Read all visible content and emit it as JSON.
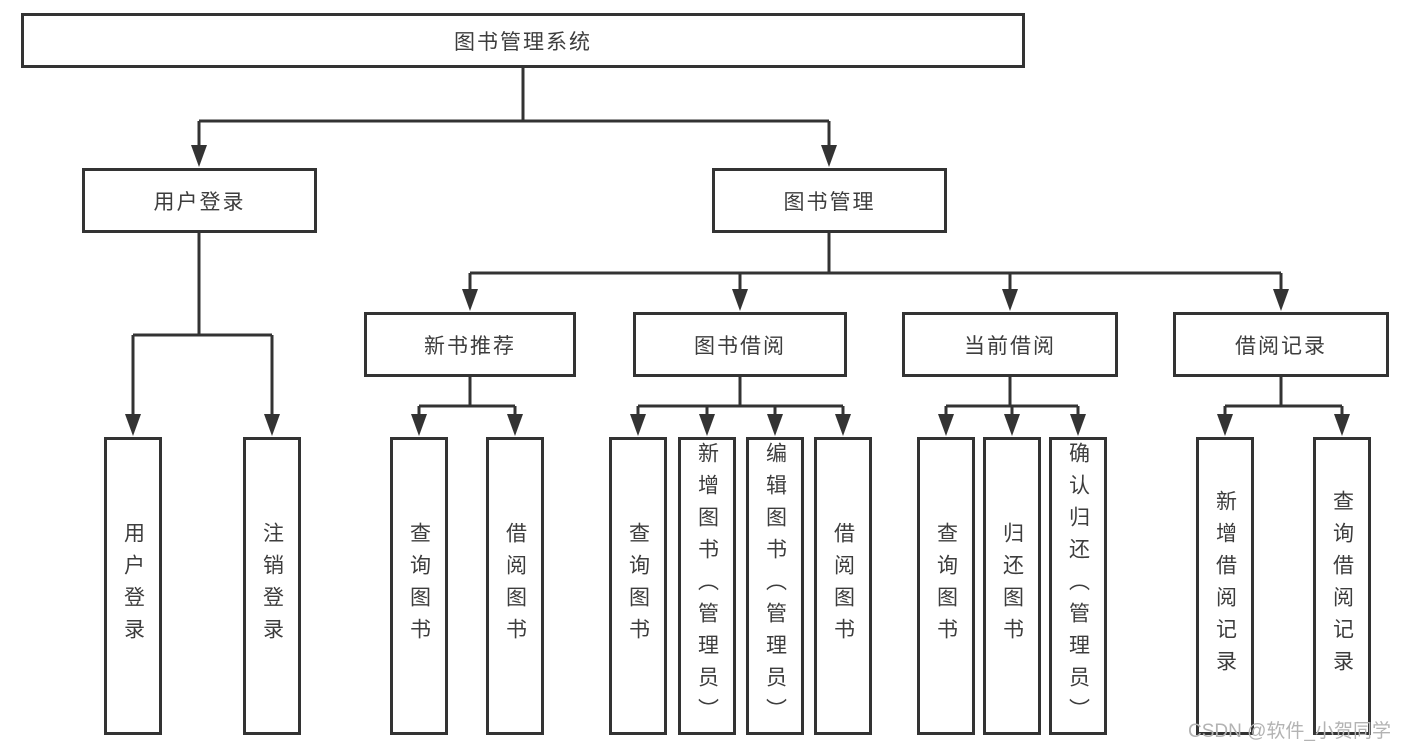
{
  "tree": {
    "root": {
      "label": "图书管理系统",
      "children": [
        {
          "label": "用户登录",
          "children": [
            {
              "label": "用户登录"
            },
            {
              "label": "注销登录"
            }
          ]
        },
        {
          "label": "图书管理",
          "children": [
            {
              "label": "新书推荐",
              "children": [
                {
                  "label": "查询图书"
                },
                {
                  "label": "借阅图书"
                }
              ]
            },
            {
              "label": "图书借阅",
              "children": [
                {
                  "label": "查询图书"
                },
                {
                  "label": "新增图书（管理员）"
                },
                {
                  "label": "编辑图书（管理员）"
                },
                {
                  "label": "借阅图书"
                }
              ]
            },
            {
              "label": "当前借阅",
              "children": [
                {
                  "label": "查询图书"
                },
                {
                  "label": "归还图书"
                },
                {
                  "label": "确认归还（管理员）"
                }
              ]
            },
            {
              "label": "借阅记录",
              "children": [
                {
                  "label": "新增借阅记录"
                },
                {
                  "label": "查询借阅记录"
                }
              ]
            }
          ]
        }
      ]
    }
  },
  "watermark": {
    "text": "CSDN @软件_小贺同学"
  },
  "colors": {
    "line": "#333333",
    "box_background": "#ffffff",
    "page_background": "#ffffff",
    "watermark": "#b3b3b3"
  }
}
